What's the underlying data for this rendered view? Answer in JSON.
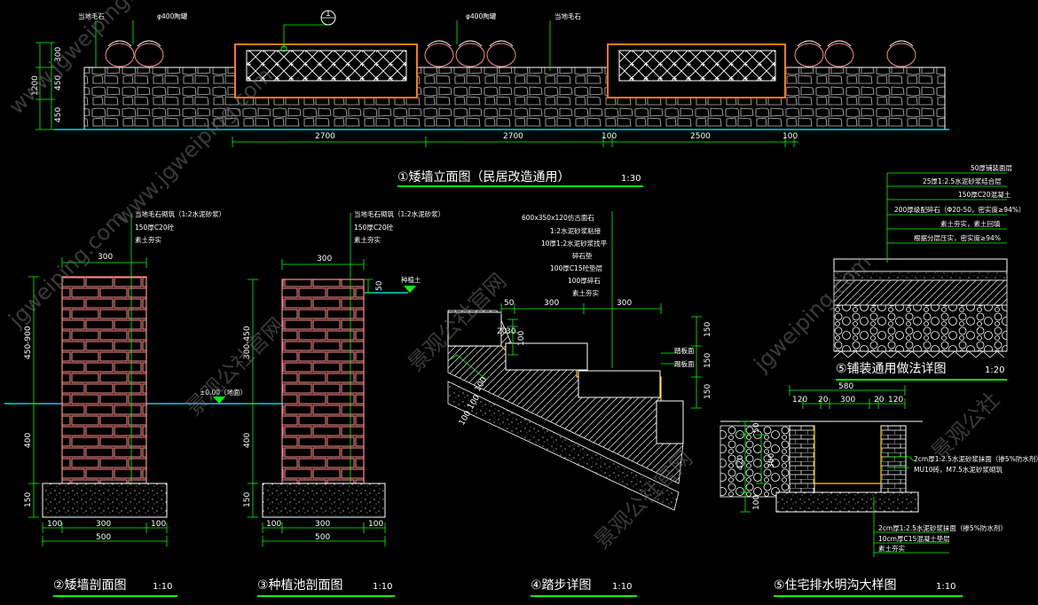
{
  "elevation": {
    "title": "①矮墙立面图（民居改造通用）",
    "scale": "1:30",
    "label_stone": "当地毛石",
    "label_pot_left": "φ400陶罐",
    "label_pot_mid": "φ400陶罐",
    "label_stone_right": "当地毛石",
    "callout_number": "1",
    "dims_left": [
      "300",
      "450",
      "450"
    ],
    "dim_left_total": "1200",
    "dims_bottom": [
      "2700",
      "2700",
      "100",
      "2500",
      "100"
    ]
  },
  "section_wall": {
    "title": "②矮墙剖面图",
    "scale": "1:10",
    "notes": [
      "当地毛石砌筑（1:2水泥砂浆）",
      "150厚C20砼",
      "素土夯实"
    ],
    "dim_top": "300",
    "dims_left": [
      "450-900",
      "400",
      "150"
    ],
    "ground_label": "±0.00（地面）",
    "dims_bottom": [
      "100",
      "300",
      "100"
    ],
    "dim_bottom_total": "500"
  },
  "section_planter": {
    "title": "③种植池剖面图",
    "scale": "1:10",
    "notes": [
      "当地毛石砌筑（1:2水泥砂浆）",
      "150厚C20砼",
      "素土夯实"
    ],
    "dim_top": "300",
    "dim_right": "50",
    "soil_label": "种植土",
    "dims_left": [
      "300-450",
      "400",
      "150"
    ],
    "dims_bottom": [
      "100",
      "300",
      "100"
    ],
    "dim_bottom_total": "500"
  },
  "step_detail": {
    "title": "④踏步详图",
    "scale": "1:10",
    "notes": [
      "600x350x120仿古面石",
      "1:2水泥砂浆粘接",
      "10厚1:2水泥砂浆找平",
      "碎石垫",
      "100厚C15砼垫层",
      "100厚碎石",
      "素土夯实"
    ],
    "dims_top": [
      "50",
      "300",
      "300"
    ],
    "dims_side": [
      "20",
      "30",
      "100"
    ],
    "dims_right": [
      "150",
      "150",
      "150"
    ],
    "dims_slope": [
      "100",
      "100",
      "100"
    ],
    "label_face": "踏板面",
    "label_riser": "踢板面"
  },
  "paving": {
    "title": "⑤铺装通用做法详图",
    "scale": "1:20",
    "notes": [
      "50厚铺装面层",
      "25厚1:2.5水泥砂浆结合层",
      "150厚C20混凝土",
      "200厚级配碎石（Φ20-50，密实度≥94%）",
      "素土夯实，素土回填",
      "根据分层压实，密实度≥94%"
    ]
  },
  "drain": {
    "title": "⑤住宅排水明沟大样图",
    "scale": "1:10",
    "dim_total": "580",
    "dims_top": [
      "120",
      "20",
      "300",
      "20",
      "120"
    ],
    "dims_left": [
      "50",
      "420",
      "100"
    ],
    "dim_inner": "300",
    "notes_right": [
      "2cm厚1:2.5水泥砂浆抹面（掺5%防水剂）",
      "MU10砖，M7.5水泥砂浆砌筑"
    ],
    "notes_bottom": [
      "2cm厚1:2.5水泥砂浆抹面（掺5%防水剂）",
      "10cm厚C15混凝土垫层",
      "素土夯实"
    ]
  },
  "watermarks": [
    "jgweiping.com",
    "景观公社官网",
    "www.jgweiping.com",
    "景观公社官网",
    "jgweiping.com",
    "景观公社官网",
    "www.jgweiping.com",
    "景观公社"
  ]
}
